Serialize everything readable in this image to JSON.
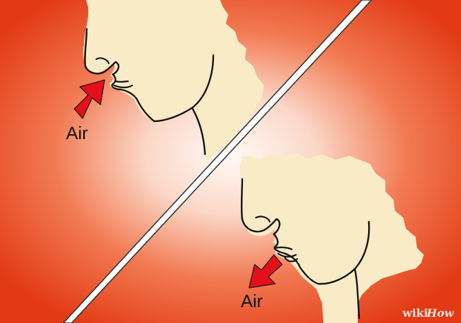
{
  "labels": {
    "inhale": "Air",
    "exhale": "Air"
  },
  "watermark": {
    "wiki": "wiki",
    "how": "How"
  },
  "colors": {
    "background_edge": "#e8421a",
    "background_center": "#fff6f0",
    "skin": "#f8ebc6",
    "arrow": "#e3101a",
    "outline": "#111111",
    "divider_stroke": "#333333"
  }
}
